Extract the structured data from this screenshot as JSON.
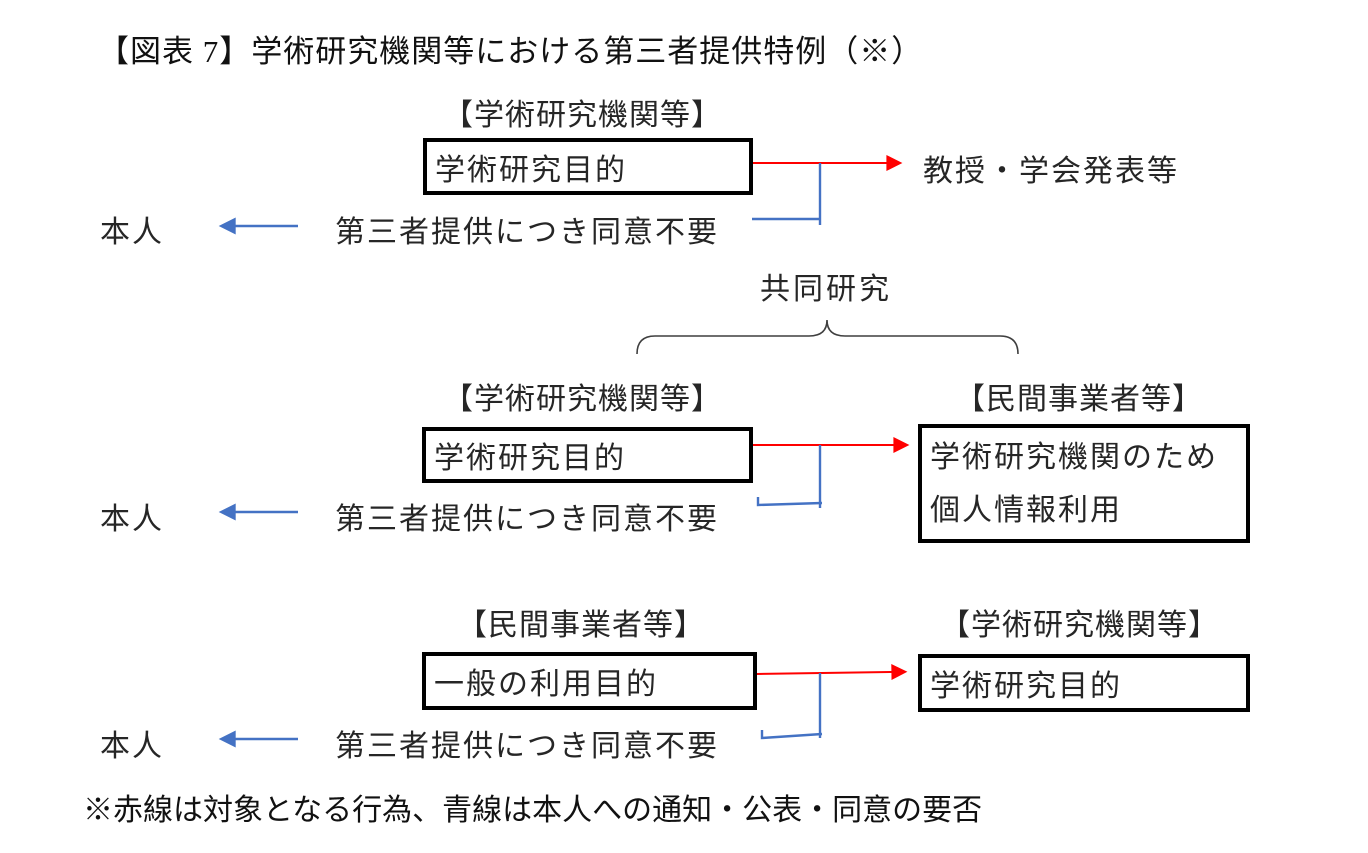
{
  "title": "【図表 7】学術研究機関等における第三者提供特例（※）",
  "joint_research_label": "共同研究",
  "footnote": "※赤線は対象となる行為、青線は本人への通知・公表・同意の要否",
  "colors": {
    "red": "#ff0000",
    "blue": "#4472c4"
  },
  "section1": {
    "org": "【学術研究機関等】",
    "purpose_box": "学術研究目的",
    "red_target": "教授・学会発表等",
    "person": "本人",
    "notice": "第三者提供につき同意不要"
  },
  "section2": {
    "left_org": "【学術研究機関等】",
    "left_box": "学術研究目的",
    "right_org": "【民間事業者等】",
    "right_box_line1": "学術研究機関のため",
    "right_box_line2": "個人情報利用",
    "person": "本人",
    "notice": "第三者提供につき同意不要"
  },
  "section3": {
    "left_org": "【民間事業者等】",
    "left_box": "一般の利用目的",
    "right_org": "【学術研究機関等】",
    "right_box": "学術研究目的",
    "person": "本人",
    "notice": "第三者提供につき同意不要"
  }
}
